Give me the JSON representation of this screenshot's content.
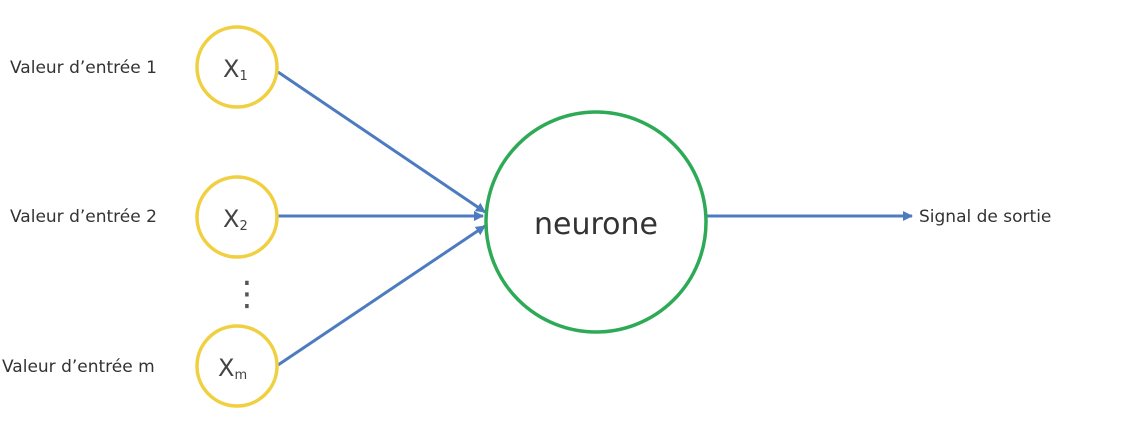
{
  "diagram": {
    "inputs": [
      {
        "label": "Valeur d’entrée 1",
        "var": "X",
        "sub": "1"
      },
      {
        "label": "Valeur d’entrée 2",
        "var": "X",
        "sub": "2"
      },
      {
        "label": "Valeur d’entrée m",
        "var": "X",
        "sub": "m"
      }
    ],
    "ellipsis": "⋮",
    "neuron": {
      "label": "neurone"
    },
    "output": {
      "label": "Signal de sortie"
    },
    "colors": {
      "input_circle": "#F0D040",
      "neuron_circle": "#2EAA57",
      "arrow": "#4C7CBF"
    }
  }
}
